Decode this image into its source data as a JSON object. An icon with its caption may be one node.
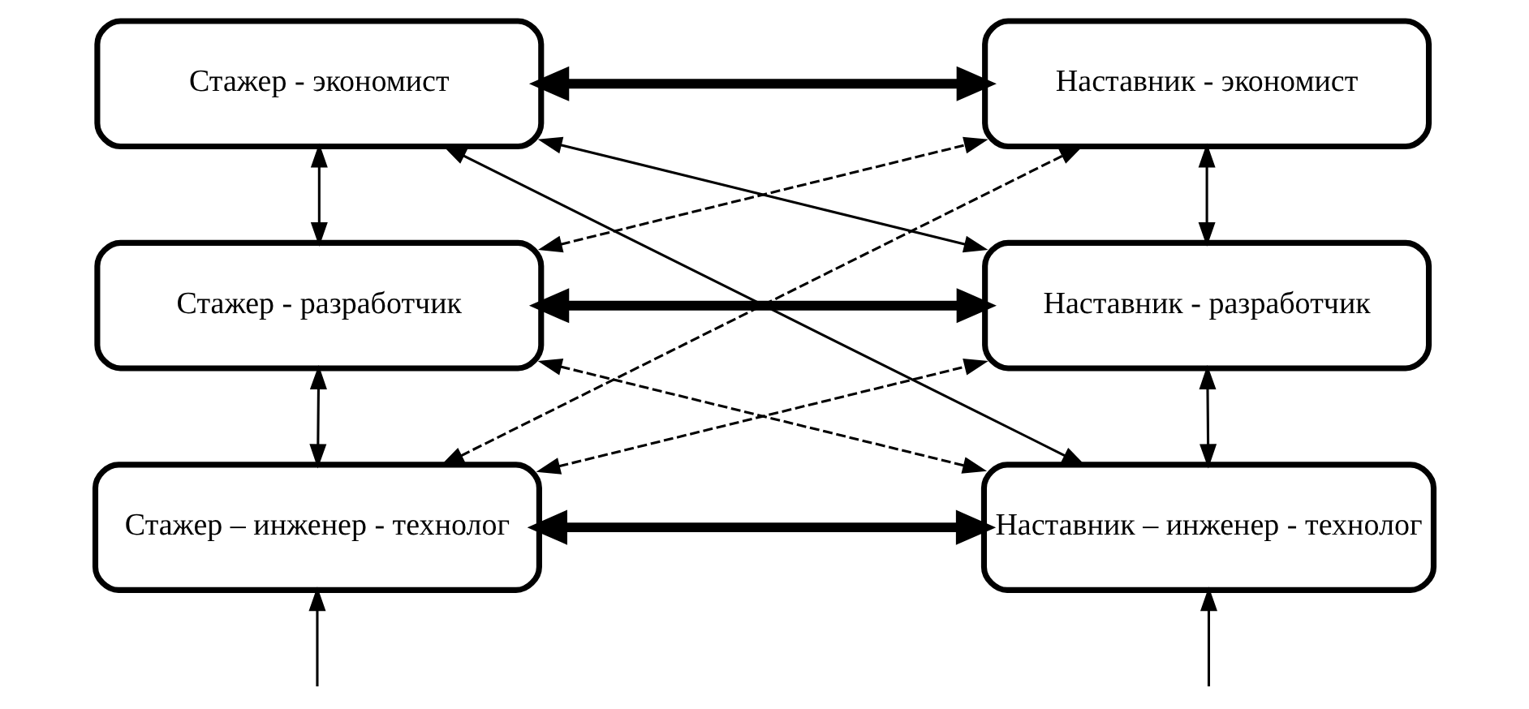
{
  "diagram": {
    "nodes": [
      {
        "text": [
          "Стажер - экономист"
        ]
      },
      {
        "text": [
          "Наставник - экономист"
        ]
      },
      {
        "text": [
          "Стажер - разработчик"
        ]
      },
      {
        "text": [
          "Наставник - разработчик"
        ]
      },
      {
        "text": [
          "Стажер – инженер - технолог"
        ]
      },
      {
        "text": [
          "Наставник – инженер - технолог"
        ]
      }
    ],
    "edges": [
      {
        "from": 0,
        "to": 1,
        "arrow": "both",
        "style": "thick"
      },
      {
        "from": 0,
        "to": 3,
        "arrow": "both"
      },
      {
        "from": 0,
        "to": 5,
        "arrow": "both"
      },
      {
        "from": 2,
        "to": 1,
        "arrow": "both",
        "style": "dashed"
      },
      {
        "from": 2,
        "to": 3,
        "arrow": "both",
        "style": "thick"
      },
      {
        "from": 2,
        "to": 5,
        "arrow": "both",
        "style": "dashed"
      },
      {
        "from": 4,
        "to": 1,
        "arrow": "both",
        "style": "dashed"
      },
      {
        "from": 4,
        "to": 3,
        "arrow": "both",
        "style": "dashed"
      },
      {
        "from": 4,
        "to": 5,
        "arrow": "both",
        "style": "thick"
      },
      {
        "from": 0,
        "to": 2,
        "arrow": "both"
      },
      {
        "from": 2,
        "to": 4,
        "arrow": "both"
      },
      {
        "from": null,
        "to": 4,
        "arrow": "to"
      },
      {
        "from": 1,
        "to": 3,
        "arrow": "both"
      },
      {
        "from": 3,
        "to": 5,
        "arrow": "both"
      },
      {
        "from": null,
        "to": 5,
        "arrow": "to"
      }
    ]
  }
}
